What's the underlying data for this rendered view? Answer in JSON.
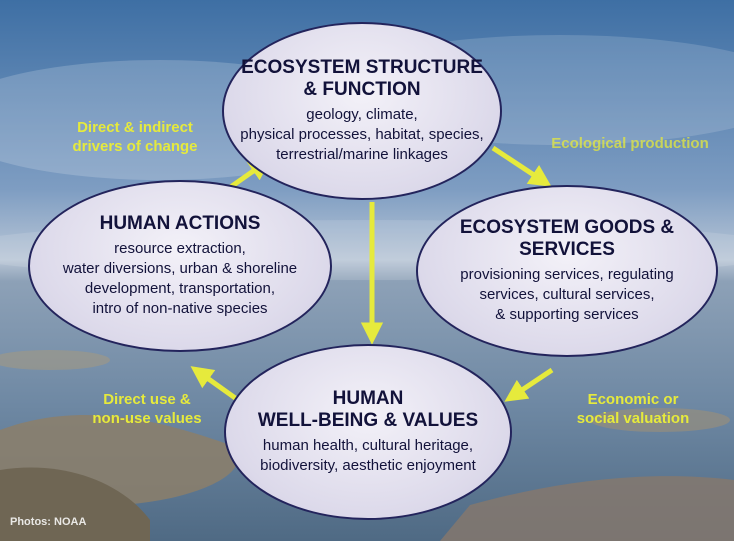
{
  "nodes": {
    "structure": {
      "title": [
        "ECOSYSTEM STRUCTURE",
        "& FUNCTION"
      ],
      "body": [
        "geology, climate,",
        "physical processes, habitat, species,",
        "terrestrial/marine linkages"
      ]
    },
    "goods": {
      "title": [
        "ECOSYSTEM GOODS &",
        "SERVICES"
      ],
      "body": [
        "provisioning services, regulating",
        "services, cultural services,",
        "& supporting services"
      ]
    },
    "actions": {
      "title": [
        "HUMAN ACTIONS"
      ],
      "body": [
        "resource extraction,",
        "water diversions, urban & shoreline",
        "development, transportation,",
        "intro of non-native species"
      ]
    },
    "wellbeing": {
      "title": [
        "HUMAN",
        "WELL-BEING & VALUES"
      ],
      "body": [
        "human health, cultural heritage,",
        "biodiversity, aesthetic enjoyment"
      ]
    }
  },
  "edge_labels": {
    "drivers": [
      "Direct & indirect",
      "drivers of change"
    ],
    "ecological_production": [
      "Ecological production"
    ],
    "economic_valuation": [
      "Economic or",
      "social valuation"
    ],
    "direct_use": [
      "Direct use &",
      "non-use values"
    ]
  },
  "credit": "Photos: NOAA",
  "colors": {
    "arrow": "#e6ea3c",
    "label": "#e6ea3c",
    "node_border": "#23245c",
    "node_text": "#12123a"
  }
}
